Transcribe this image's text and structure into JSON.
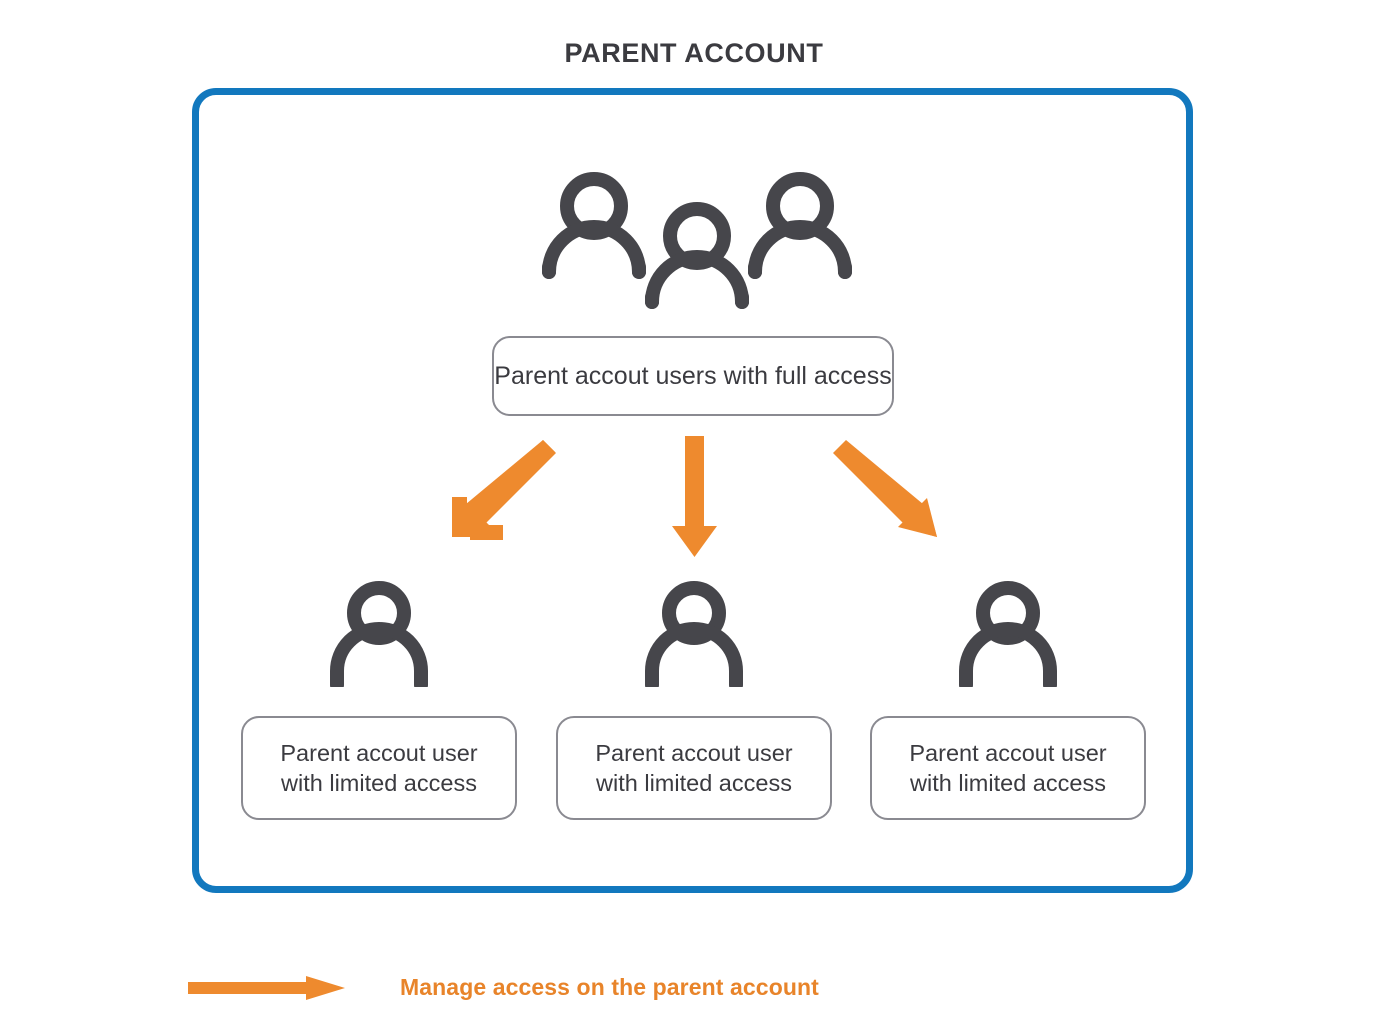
{
  "page": {
    "title": "PARENT ACCOUNT",
    "background_color": "#ffffff"
  },
  "colors": {
    "container_border": "#1278be",
    "arrow_orange": "#ee8a2e",
    "icon_gray": "#46464b",
    "pill_border": "#8a8a91",
    "text_dark": "#3b3b40",
    "legend_text": "#e8842a"
  },
  "container": {
    "name": "parent-account-container"
  },
  "top_node": {
    "icon": "users-group-icon",
    "label": "Parent accout users with full access"
  },
  "child_nodes": [
    {
      "icon": "person-icon",
      "label_line1": "Parent accout user",
      "label_line2": "with limited access"
    },
    {
      "icon": "person-icon",
      "label_line1": "Parent accout user",
      "label_line2": "with limited access"
    },
    {
      "icon": "person-icon",
      "label_line1": "Parent accout user",
      "label_line2": "with limited access"
    }
  ],
  "arrows": [
    {
      "name": "arrow-to-child-1",
      "direction": "down-left",
      "color": "#ee8a2e"
    },
    {
      "name": "arrow-to-child-2",
      "direction": "down",
      "color": "#ee8a2e"
    },
    {
      "name": "arrow-to-child-3",
      "direction": "down-right",
      "color": "#ee8a2e"
    }
  ],
  "legend": {
    "arrow_icon": "right-arrow-icon",
    "label": "Manage access on the parent account"
  }
}
